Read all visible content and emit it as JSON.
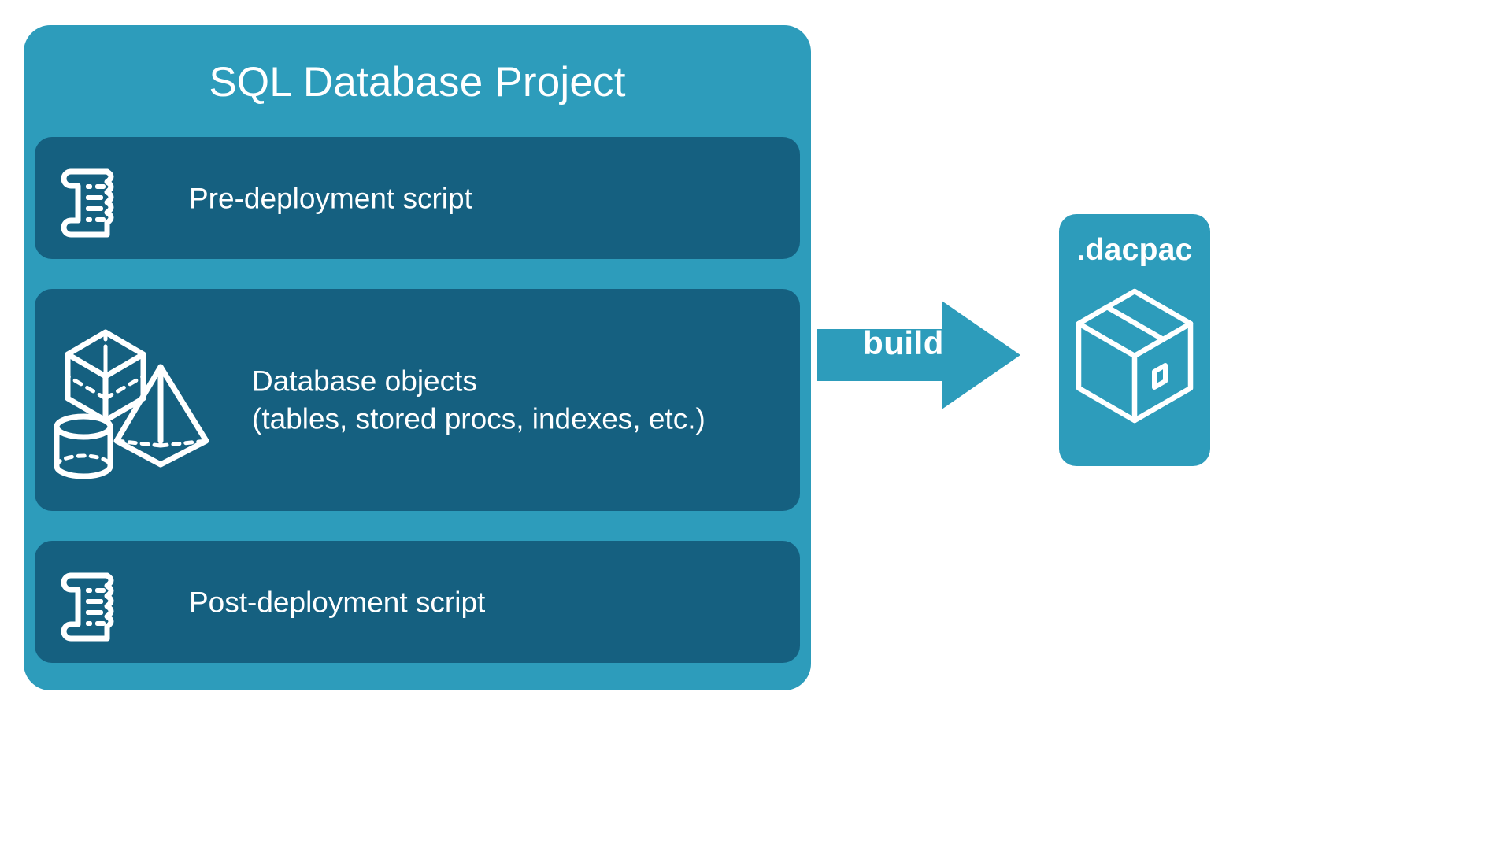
{
  "diagram": {
    "title": "SQL Database Project build diagram",
    "background_color": "#ffffff"
  },
  "colors": {
    "container_teal": "#2d9cbb",
    "card_dark_blue": "#156080",
    "stroke_white": "#ffffff",
    "arrow_teal": "#2d9cbb"
  },
  "project": {
    "title": "SQL Database Project",
    "items": [
      {
        "id": "pre-deployment",
        "label": "Pre-deployment script",
        "icon": "scroll-icon"
      },
      {
        "id": "database-objects",
        "label_line1": "Database objects",
        "label_line2": "(tables, stored procs, indexes, etc.)",
        "icon": "shapes-icon"
      },
      {
        "id": "post-deployment",
        "label": "Post-deployment script",
        "icon": "scroll-icon"
      }
    ]
  },
  "flow": {
    "arrow_label": "build",
    "arrow_direction": "right"
  },
  "output": {
    "title": ".dacpac",
    "icon": "package-box-icon"
  }
}
